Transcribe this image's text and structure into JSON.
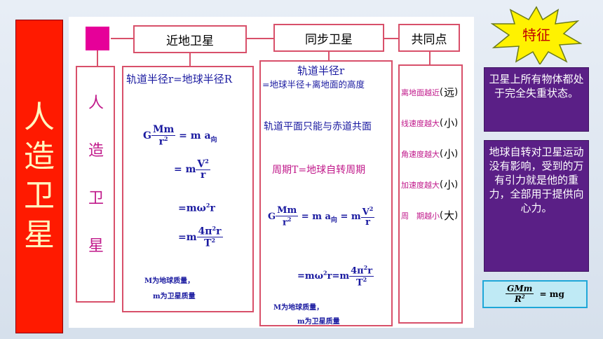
{
  "title": "人造卫星",
  "headers": {
    "near": "近地卫星",
    "sync": "同步卫星",
    "common": "共同点"
  },
  "side_label": "人造卫星",
  "near": {
    "radius": "轨道半径r=地球半径R",
    "f1_G": "G",
    "f1_num": "Mm",
    "f1_den": "r",
    "f1_den_exp": "2",
    "f1_rhs": "= m a",
    "f1_sub": "向",
    "f2_lhs": "= m",
    "f2_num": "V",
    "f2_num_exp": "2",
    "f2_den": "r",
    "f3": "=mω",
    "f3_exp": "2",
    "f3_tail": "r",
    "f4_lhs": "=m",
    "f4_num": "4π",
    "f4_num_exp": "2",
    "f4_num_tail": "r",
    "f4_den": "T",
    "f4_den_exp": "2",
    "note1": "M为地球质量，",
    "note2": "m为卫星质量"
  },
  "sync": {
    "radius_l1": "轨道半径r",
    "radius_l2": "=地球半径+离地面的高度",
    "plane": "轨道平面只能与赤道共面",
    "period": "周期T=地球自转周期",
    "f1_G": "G",
    "f1_num": "Mm",
    "f1_den": "r",
    "f1_den_exp": "2",
    "f1_rhs": "= m a",
    "f1_sub": "向",
    "f1_eq2": "= m",
    "f1_num2": "V",
    "f1_num2_exp": "2",
    "f1_den2": "r",
    "f2": "=mω",
    "f2_exp": "2",
    "f2_mid": "r=m",
    "f2_num": "4π",
    "f2_num_exp": "2",
    "f2_num_tail": "r",
    "f2_den": "T",
    "f2_den_exp": "2",
    "note1": "M为地球质量，",
    "note2": "m为卫星质量"
  },
  "common": {
    "items": [
      {
        "text": "离地面越近",
        "mark": "远"
      },
      {
        "text": "线速度越大",
        "mark": "小"
      },
      {
        "text": "角速度越大",
        "mark": "小"
      },
      {
        "text": "加速度越大",
        "mark": "小"
      },
      {
        "text": "周　期越小",
        "mark": "大"
      }
    ]
  },
  "badge": "特征",
  "card1": "卫星上所有物体都处于完全失重状态。",
  "card2": "地球自转对卫星运动没有影响，受到的万有引力就是他的重力，全部用于提供向心力。",
  "formula_card": {
    "num": "GMm",
    "den": "R",
    "den_exp": "2",
    "rhs": "= mg"
  },
  "colors": {
    "title_bg": "#ff1a00",
    "card_bg": "#5a1f86",
    "line": "#d8506a",
    "text": "#1a1aa0"
  }
}
